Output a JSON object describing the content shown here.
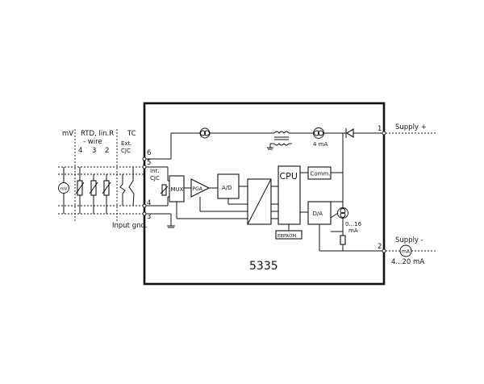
{
  "diagram": {
    "module_number": "5335",
    "inputs": {
      "mv_label": "mV",
      "rtd_label": "RTD, lin.R",
      "wire_label": "- wire",
      "wire_counts": [
        "4",
        "3",
        "2"
      ],
      "tc_label": "TC",
      "ext_cjc_line1": "Ext.",
      "ext_cjc_line2": "CJC",
      "mv_source": "mV",
      "input_gnd": "Input gnd."
    },
    "terminals": {
      "t1": "1",
      "t2": "2",
      "t3": "3",
      "t4": "4",
      "t5": "5",
      "t6": "6"
    },
    "blocks": {
      "int_cjc_line1": "Int.",
      "int_cjc_line2": "CJC",
      "mux": "MUX",
      "pga": "PGA",
      "ad": "A/D",
      "cpu": "CPU",
      "comm": "Comm.",
      "da": "D/A",
      "eeprom": "EEPROM"
    },
    "annotations": {
      "current_4ma": "4 mA",
      "current_range_line1": "0...16",
      "current_range_line2": "mA",
      "loop_range": "4...20 mA"
    },
    "supply": {
      "plus": "Supply +",
      "minus": "Supply -",
      "meter": "mA"
    }
  }
}
